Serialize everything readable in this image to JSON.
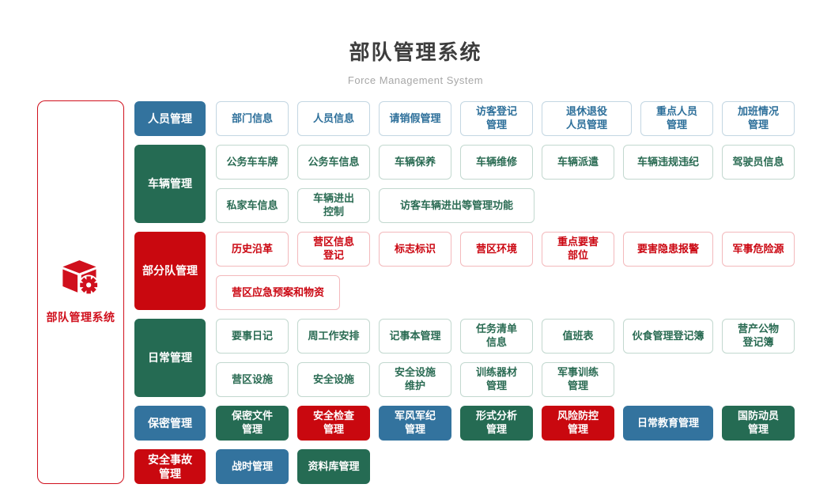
{
  "header": {
    "title": "部队管理系统",
    "subtitle": "Force Management System"
  },
  "root": {
    "label": "部队管理系统",
    "icon": "cube-gear-icon"
  },
  "colors": {
    "blue": "#33739e",
    "green": "#256b53",
    "red": "#c9080f",
    "root_red": "#d0101d",
    "outline_blue_text": "#2d6f9a",
    "outline_blue_border": "#c3d6e2",
    "outline_green_text": "#2a6b53",
    "outline_green_border": "#c2d8cf",
    "outline_red_text": "#cb0712",
    "outline_red_border": "#f3b9bc",
    "title": "#3d3d3d",
    "subtitle": "#a7a7a7"
  },
  "rows": [
    {
      "category": {
        "label": "人员管理",
        "variant": "blue"
      },
      "item_style": "outline",
      "item_variant": "blue",
      "lines": [
        [
          {
            "label": "部门信息"
          },
          {
            "label": "人员信息"
          },
          {
            "label": "请销假管理"
          },
          {
            "label": "访客登记\n管理"
          },
          {
            "label": "退休退役\n人员管理",
            "width": "wide"
          },
          {
            "label": "重点人员\n管理"
          },
          {
            "label": "加班情况\n管理"
          }
        ]
      ]
    },
    {
      "category": {
        "label": "车辆管理",
        "variant": "green"
      },
      "item_style": "outline",
      "item_variant": "green",
      "lines": [
        [
          {
            "label": "公务车车牌"
          },
          {
            "label": "公务车信息"
          },
          {
            "label": "车辆保养"
          },
          {
            "label": "车辆维修"
          },
          {
            "label": "车辆派遣"
          },
          {
            "label": "车辆违规违纪",
            "width": "wide"
          },
          {
            "label": "驾驶员信息"
          }
        ],
        [
          {
            "label": "私家车信息"
          },
          {
            "label": "车辆进出\n控制"
          },
          {
            "label": "访客车辆进出等管理功能",
            "width": "xl"
          }
        ]
      ]
    },
    {
      "category": {
        "label": "部分队管理",
        "variant": "red"
      },
      "item_style": "outline",
      "item_variant": "red",
      "lines": [
        [
          {
            "label": "历史沿革"
          },
          {
            "label": "营区信息\n登记"
          },
          {
            "label": "标志标识"
          },
          {
            "label": "营区环境"
          },
          {
            "label": "重点要害\n部位"
          },
          {
            "label": "要害隐患报警",
            "width": "wide"
          },
          {
            "label": "军事危险源"
          }
        ],
        [
          {
            "label": "营区应急预案和物资",
            "width": "xxl"
          }
        ]
      ]
    },
    {
      "category": {
        "label": "日常管理",
        "variant": "green"
      },
      "item_style": "outline",
      "item_variant": "green",
      "lines": [
        [
          {
            "label": "要事日记"
          },
          {
            "label": "周工作安排"
          },
          {
            "label": "记事本管理"
          },
          {
            "label": "任务清单\n信息"
          },
          {
            "label": "值班表"
          },
          {
            "label": "伙食管理登记簿",
            "width": "wide"
          },
          {
            "label": "营产公物\n登记簿"
          }
        ],
        [
          {
            "label": "营区设施"
          },
          {
            "label": "安全设施"
          },
          {
            "label": "安全设施\n维护"
          },
          {
            "label": "训练器材\n管理"
          },
          {
            "label": "军事训练\n管理"
          }
        ]
      ]
    },
    {
      "category": {
        "label": "保密管理",
        "variant": "blue"
      },
      "item_style": "solid",
      "lines": [
        [
          {
            "label": "保密文件\n管理",
            "variant": "green"
          },
          {
            "label": "安全检查\n管理",
            "variant": "red"
          },
          {
            "label": "军风军纪\n管理",
            "variant": "blue"
          },
          {
            "label": "形式分析\n管理",
            "variant": "green"
          },
          {
            "label": "风险防控\n管理",
            "variant": "red"
          },
          {
            "label": "日常教育管理",
            "variant": "blue",
            "width": "wide"
          },
          {
            "label": "国防动员\n管理",
            "variant": "green"
          }
        ]
      ]
    },
    {
      "category": {
        "label": "安全事故\n管理",
        "variant": "red"
      },
      "item_style": "solid",
      "lines": [
        [
          {
            "label": "战时管理",
            "variant": "blue"
          },
          {
            "label": "资料库管理",
            "variant": "green"
          }
        ]
      ]
    }
  ]
}
